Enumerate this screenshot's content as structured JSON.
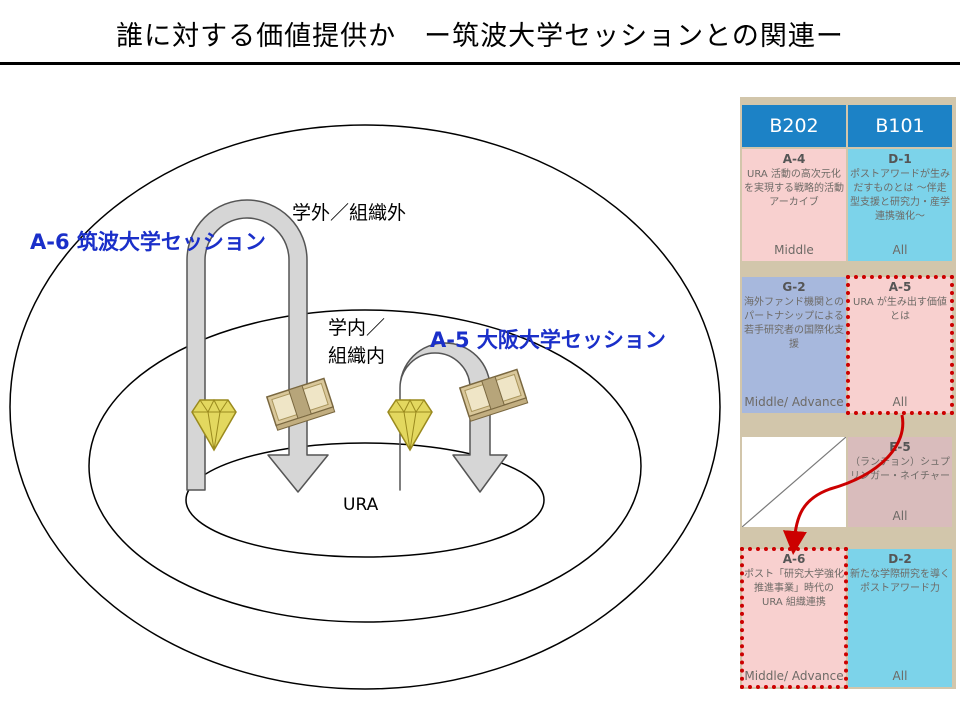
{
  "title": "誰に対する価値提供か　ー筑波大学セッションとの関連ー",
  "labels": {
    "outer_scope": "学外／組織外",
    "inner_scope_line1": "学内／",
    "inner_scope_line2": "組織内",
    "core": "URA",
    "session_a6": "A-6 筑波大学セッション",
    "session_a5": "A-5 大阪大学セッション"
  },
  "colors": {
    "session_text": "#1a2fc9",
    "arrow_fill": "#d6d6d6",
    "highlight": "#cc0000",
    "header_blue": "#1c82c6"
  },
  "icons": [
    "diamond-icon",
    "money-bundle-icon",
    "down-arrow-icon"
  ],
  "schedule": {
    "columns": [
      "B202",
      "B101"
    ],
    "rows": [
      [
        {
          "code": "A-4",
          "body": "URA 活動の高次元化を実現する戦略的活動アーカイブ",
          "level": "Middle"
        },
        {
          "code": "D-1",
          "body": "ポストアワードが生みだすものとは ～伴走型支援と研究力・産学連携強化～",
          "level": "All"
        }
      ],
      [
        {
          "code": "G-2",
          "body": "海外ファンド機関とのパートナシップによる若手研究者の国際化支援",
          "level": "Middle/ Advance"
        },
        {
          "code": "A-5",
          "body": "URA が生み出す価値とは",
          "level": "All"
        }
      ],
      [
        {
          "code": "",
          "body": "",
          "level": ""
        },
        {
          "code": "E-5",
          "body": "（ランチョン）シュプリンガー・ネイチャー",
          "level": "All"
        }
      ],
      [
        {
          "code": "A-6",
          "body": "ポスト「研究大学強化推進事業」時代の URA 組織連携",
          "level": "Middle/ Advance"
        },
        {
          "code": "D-2",
          "body": "新たな学際研究を導くポストアワード力",
          "level": "All"
        }
      ]
    ]
  }
}
